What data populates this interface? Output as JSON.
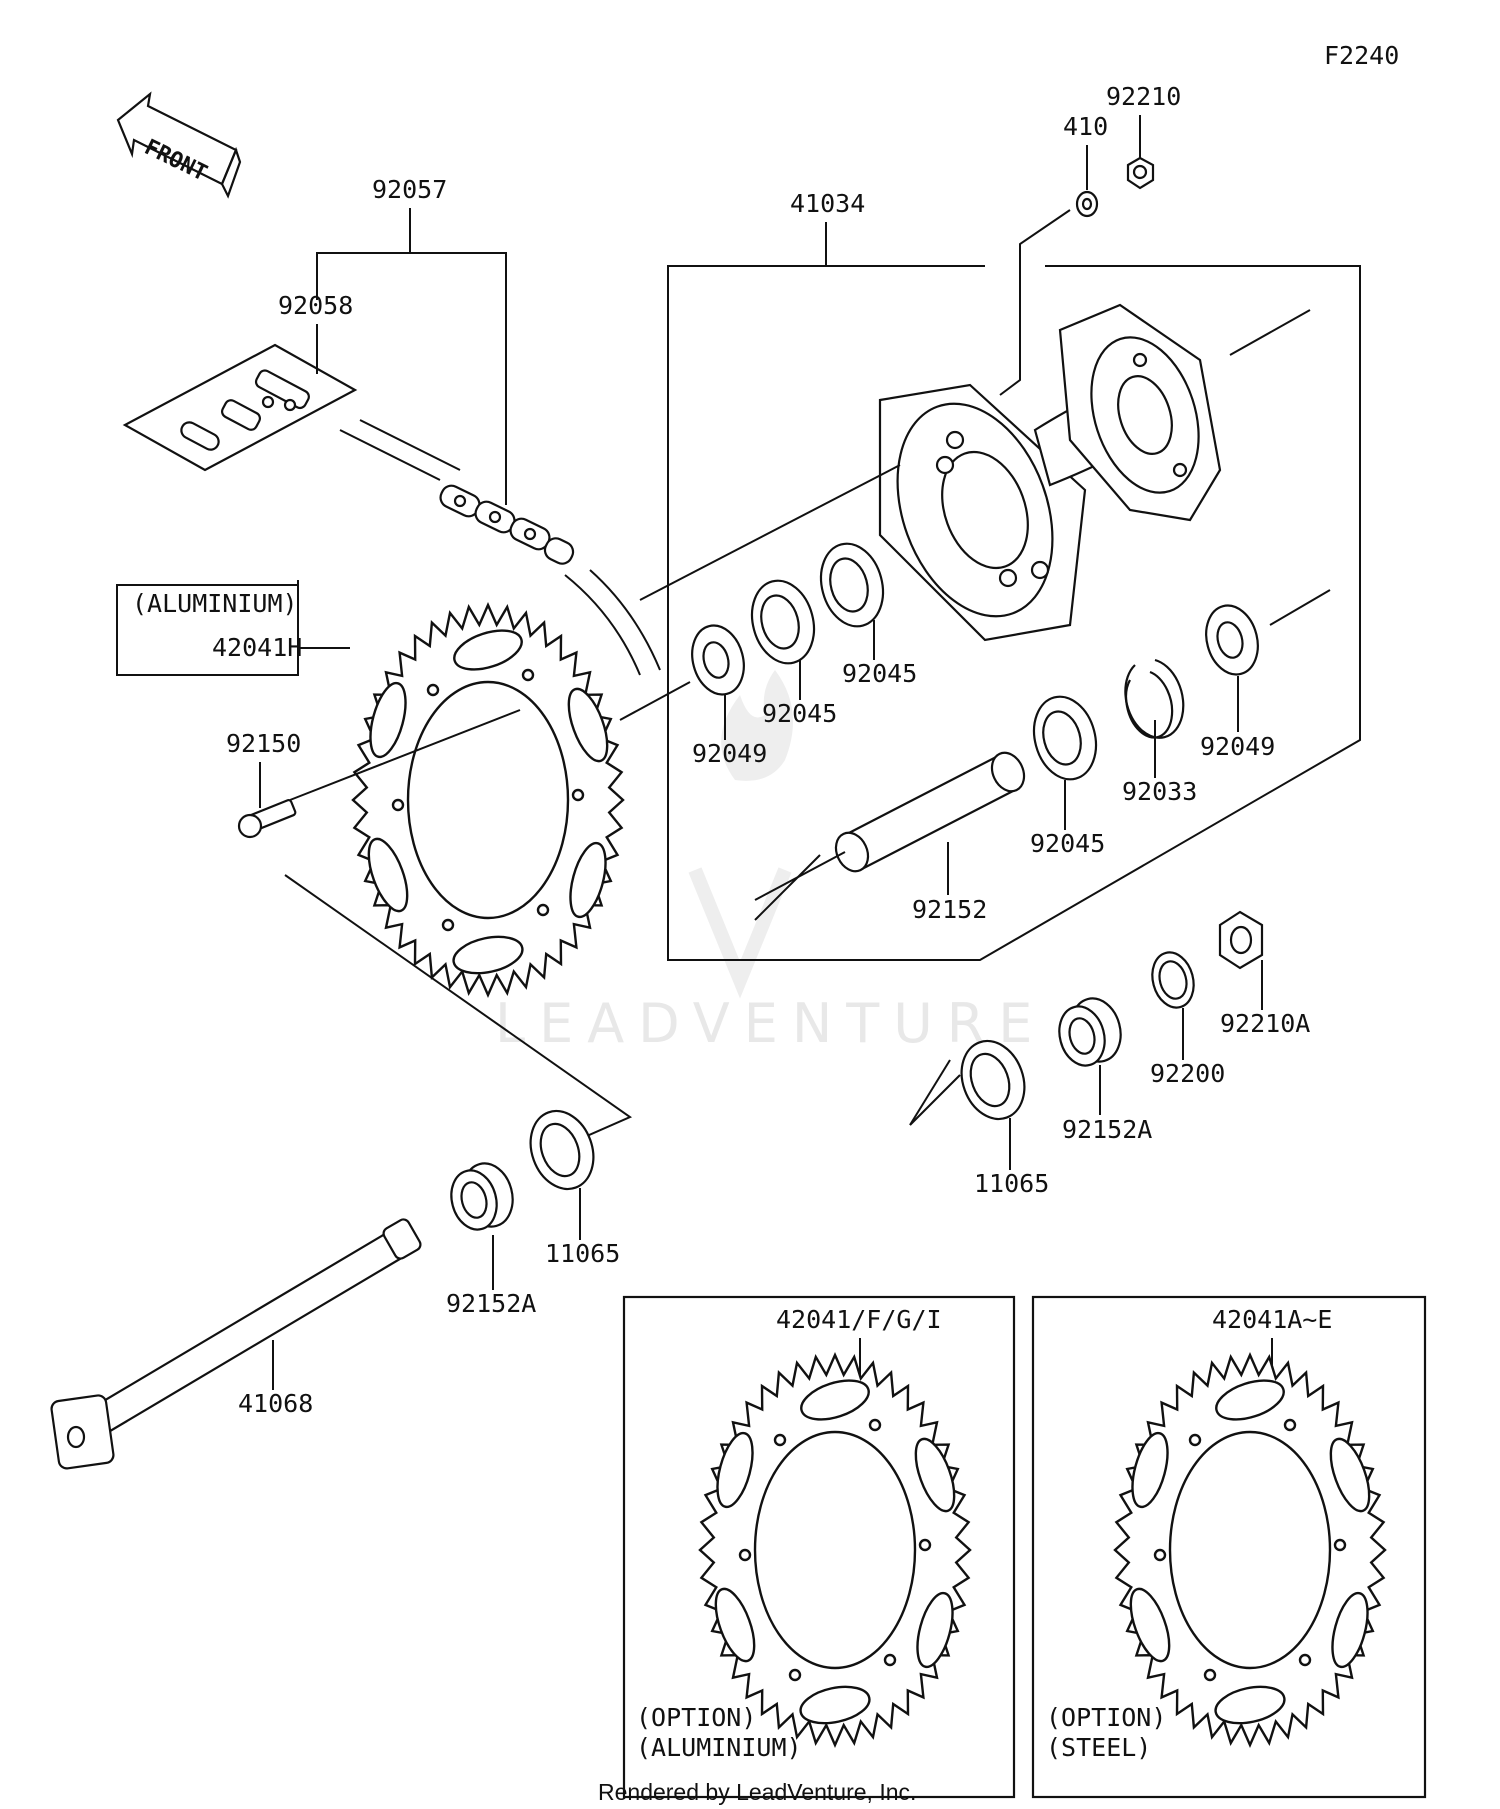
{
  "diagram_code": "F2240",
  "front_label": "FRONT",
  "watermark": "LEADVENTURE",
  "footer": "Rendered by LeadVenture, Inc.",
  "parts": {
    "p92210": "92210",
    "p410": "410",
    "p41034": "41034",
    "p92057": "92057",
    "p92058": "92058",
    "aluminium_note": "(ALUMINIUM)",
    "p42041H": "42041H",
    "p92150": "92150",
    "p92049_left": "92049",
    "p92045_a": "92045",
    "p92045_b": "92045",
    "p92045_c": "92045",
    "p92049_right": "92049",
    "p92033": "92033",
    "p92152": "92152",
    "p92210A": "92210A",
    "p92200": "92200",
    "p92152A_right": "92152A",
    "p11065_right": "11065",
    "p11065_left": "11065",
    "p92152A_left": "92152A",
    "p41068": "41068"
  },
  "options": [
    {
      "part": "42041/F/G/I",
      "note1": "(OPTION)",
      "note2": "(ALUMINIUM)"
    },
    {
      "part": "42041A~E",
      "note1": "(OPTION)",
      "note2": "(STEEL)"
    }
  ]
}
